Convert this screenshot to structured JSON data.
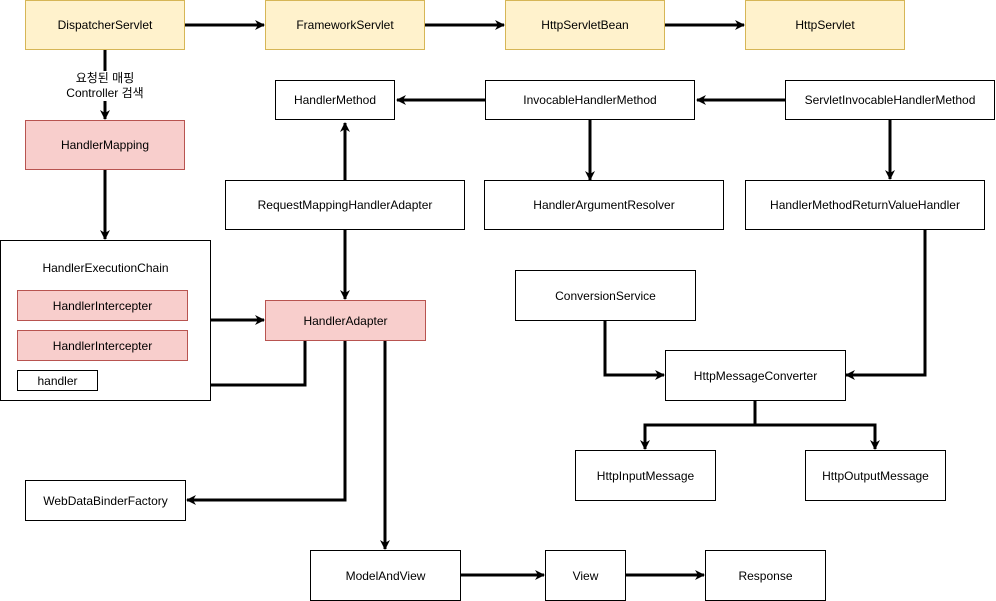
{
  "nodes": {
    "dispatcher_servlet": "DispatcherServlet",
    "framework_servlet": "FrameworkServlet",
    "http_servlet_bean": "HttpServletBean",
    "http_servlet": "HttpServlet",
    "handler_method": "HandlerMethod",
    "invocable_handler_method": "InvocableHandlerMethod",
    "servlet_invocable_handler_method": "ServletInvocableHandlerMethod",
    "handler_mapping": "HandlerMapping",
    "request_mapping_handler_adapter": "RequestMappingHandlerAdapter",
    "handler_argument_resolver": "HandlerArgumentResolver",
    "handler_method_return_value_handler": "HandlerMethodReturnValueHandler",
    "handler_execution_chain": "HandlerExecutionChain",
    "handler_intercepter_1": "HandlerIntercepter",
    "handler_intercepter_2": "HandlerIntercepter",
    "handler": "handler",
    "handler_adapter": "HandlerAdapter",
    "conversion_service": "ConversionService",
    "http_message_converter": "HttpMessageConverter",
    "http_input_message": "HttpInputMessage",
    "http_output_message": "HttpOutputMessage",
    "web_data_binder_factory": "WebDataBinderFactory",
    "model_and_view": "ModelAndView",
    "view": "View",
    "response": "Response"
  },
  "edge_labels": {
    "request_mapping_line1": "요청된 매핑",
    "request_mapping_line2": "Controller 검색"
  },
  "colors": {
    "servlet_fill": "#fff2cc",
    "servlet_stroke": "#d6b656",
    "core_fill": "#f8cecc",
    "core_stroke": "#b85450",
    "default_fill": "#ffffff",
    "line": "#000000"
  }
}
